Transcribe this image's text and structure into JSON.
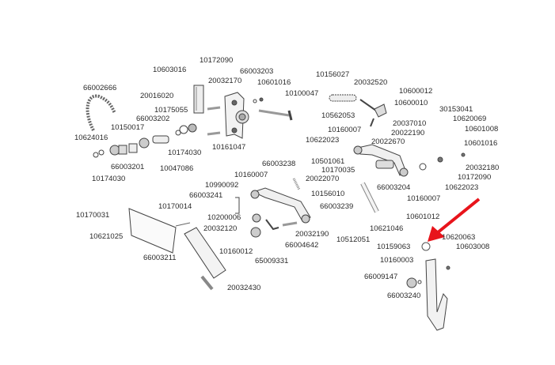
{
  "diagram": {
    "labels": [
      "10172090",
      "10603016",
      "66003203",
      "20032170",
      "10601016",
      "10100047",
      "66002666",
      "20016020",
      "10175055",
      "66003202",
      "10150017",
      "10624016",
      "10174030",
      "10161047",
      "66003201",
      "10047086",
      "10174030",
      "10156027",
      "20032520",
      "10600012",
      "10600010",
      "10562053",
      "20037010",
      "30153041",
      "10620069",
      "10160007",
      "20022190",
      "10601008",
      "10622023",
      "20022670",
      "10601016",
      "10501061",
      "10170035",
      "20032180",
      "66003238",
      "10160007",
      "20022070",
      "10172090",
      "10990092",
      "10156010",
      "66003204",
      "10622023",
      "10160007",
      "66003241",
      "66003239",
      "10170014",
      "10601012",
      "10170031",
      "10200006",
      "20032190",
      "20032120",
      "10621046",
      "10621025",
      "10512051",
      "10620063",
      "66004642",
      "10159063",
      "10603008",
      "66003211",
      "10160012",
      "10160003",
      "65009331",
      "66009147",
      "66003240",
      "20032430"
    ],
    "highlight_color": "#e8141b",
    "highlighted_part": "10159063"
  }
}
